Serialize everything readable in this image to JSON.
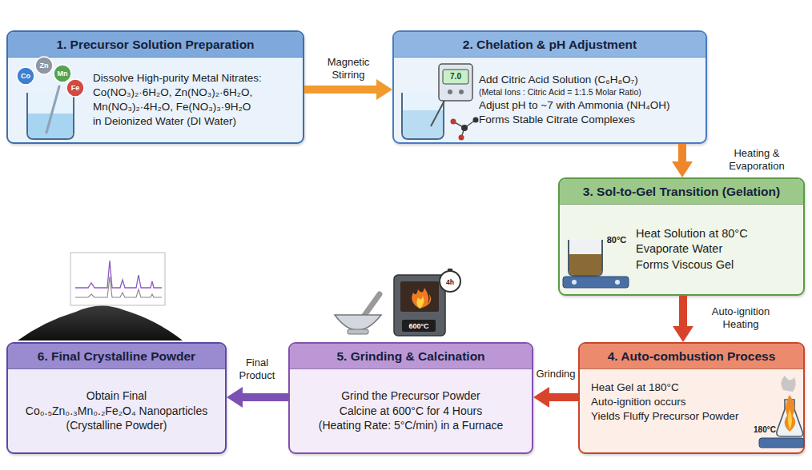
{
  "diagram": {
    "nodes": [
      {
        "text": [
          "1. Precursor Solution Preparation",
          "Dissolve High-purity Metal Nitrates:",
          "Co(NO₃)₂·6H₂O, Zn(NO₃)₂·6H₂O,",
          "Mn(NO₃)₂·4H₂O, Fe(NO₃)₃·9H₂O",
          "in Deionized Water (DI Water)"
        ]
      },
      {
        "text": [
          "2. Chelation & pH Adjustment",
          "Add Citric Acid Solution (C₆H₈O₇)",
          "(Metal Ions : Citric Acid = 1:1.5 Molar Ratio)",
          "Adjust pH to ~7 with Ammonia (NH₄OH)",
          "Forms Stable Citrate Complexes"
        ]
      },
      {
        "text": [
          "3. Sol-to-Gel Transition (Gelation)",
          "Heat Solution at 80°C",
          "Evaporate Water",
          "Forms Viscous Gel"
        ]
      },
      {
        "text": [
          "4. Auto-combustion Process",
          "Heat Gel at 180°C",
          "Auto-ignition occurs",
          "Yields Fluffy Precursor Powder"
        ]
      },
      {
        "text": [
          "5. Grinding & Calcination",
          "Grind the Precursor Powder",
          "Calcine at 600°C for 4 Hours",
          "(Heating Rate: 5°C/min) in a Furnace"
        ]
      },
      {
        "text": [
          "6. Final Crystalline Powder",
          "Obtain Final",
          "Co₀.₅Zn₀.₃Mn₀.₂Fe₂O₄ Nanoparticles",
          "(Crystalline Powder)"
        ]
      }
    ],
    "edges": [
      {
        "from": 0,
        "to": 1,
        "label": "Magnetic Stirring",
        "arrow": "to"
      },
      {
        "from": 1,
        "to": 2,
        "label": "Heating & Evaporation",
        "arrow": "to"
      },
      {
        "from": 2,
        "to": 3,
        "label": "Auto-ignition Heating",
        "arrow": "to"
      },
      {
        "from": 3,
        "to": 4,
        "label": "Grinding",
        "arrow": "to"
      },
      {
        "from": 4,
        "to": 5,
        "label": "Final Product",
        "arrow": "to"
      }
    ],
    "labels": [
      "Co",
      "Zn",
      "Mn",
      "Fe",
      "7.0",
      "80°C",
      "180°C",
      "600°C",
      "4h"
    ]
  }
}
